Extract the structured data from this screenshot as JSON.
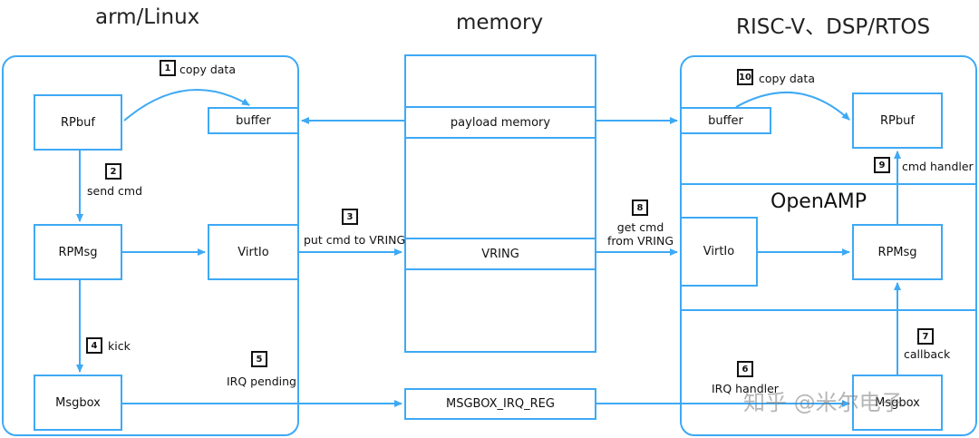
{
  "titles": {
    "left": "arm/Linux",
    "center": "memory",
    "right": "RISC-V、DSP/RTOS"
  },
  "left": {
    "rpbuf": "RPbuf",
    "buffer": "buffer",
    "rpmsg": "RPMsg",
    "virtio": "VirtIo",
    "msgbox": "Msgbox"
  },
  "memory": {
    "payload": "payload memory",
    "vring": "VRING",
    "irq_reg": "MSGBOX_IRQ_REG"
  },
  "right": {
    "buffer": "buffer",
    "rpbuf": "RPbuf",
    "openamp": "OpenAMP",
    "virtio": "VirtIo",
    "rpmsg": "RPMsg",
    "msgbox": "Msgbox"
  },
  "steps": [
    {
      "num": "1",
      "text": "copy data"
    },
    {
      "num": "2",
      "text": "send cmd"
    },
    {
      "num": "3",
      "text": "put cmd to VRING"
    },
    {
      "num": "4",
      "text": "kick"
    },
    {
      "num": "5",
      "text": "IRQ pending"
    },
    {
      "num": "6",
      "text": "IRQ  handler"
    },
    {
      "num": "7",
      "text": "callback"
    },
    {
      "num": "8",
      "text": "get cmd\nfrom VRING"
    },
    {
      "num": "9",
      "text": "cmd handler"
    },
    {
      "num": "10",
      "text": "copy data"
    }
  ],
  "watermark": "知乎 @米尔电子",
  "colors": {
    "line": "#3ea9f5",
    "text": "#111111"
  }
}
